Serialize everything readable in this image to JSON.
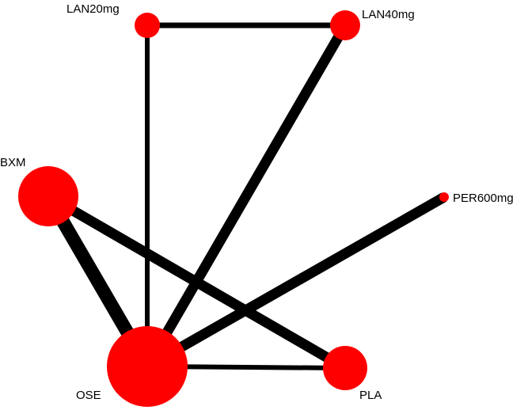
{
  "diagram": {
    "type": "network-meta-analysis-graph",
    "colors": {
      "node": "#ff0000",
      "edge": "#000000",
      "background": "#ffffff"
    },
    "nodes": [
      {
        "id": "LAN20mg",
        "label": "LAN20mg"
      },
      {
        "id": "LAN40mg",
        "label": "LAN40mg"
      },
      {
        "id": "BXM",
        "label": "BXM"
      },
      {
        "id": "PER600mg",
        "label": "PER600mg"
      },
      {
        "id": "OSE",
        "label": "OSE"
      },
      {
        "id": "PLA",
        "label": "PLA"
      }
    ],
    "edges": [
      {
        "from": "LAN20mg",
        "to": "LAN40mg"
      },
      {
        "from": "LAN20mg",
        "to": "OSE"
      },
      {
        "from": "LAN40mg",
        "to": "OSE"
      },
      {
        "from": "BXM",
        "to": "OSE"
      },
      {
        "from": "BXM",
        "to": "PLA"
      },
      {
        "from": "PER600mg",
        "to": "OSE"
      },
      {
        "from": "OSE",
        "to": "PLA"
      }
    ]
  }
}
